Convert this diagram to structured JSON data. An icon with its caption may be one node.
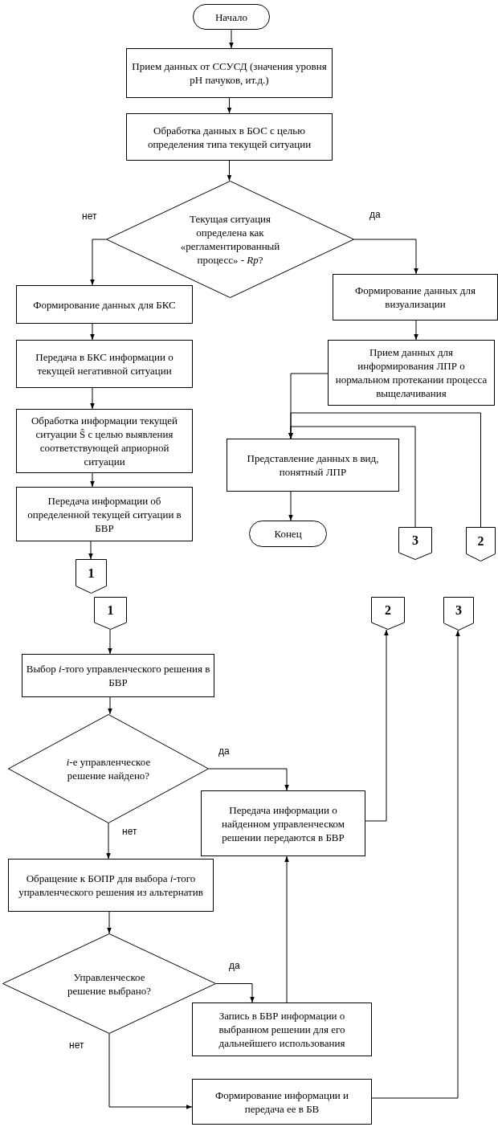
{
  "diagram": {
    "nodes": [
      {
        "text": [
          "Начало"
        ]
      },
      {
        "text": [
          "Прием данных от ССУСД (значения уровня pH пачуков, ит.д.)"
        ]
      },
      {
        "text": [
          "Обработка данных в БОС с целью определения типа текущей ситуации"
        ]
      },
      {
        "text": [
          "Текущая ситуация определена как «регламентированный процесс» - *Rp*?"
        ]
      },
      {
        "text": [
          "Формирование данных для БКС"
        ]
      },
      {
        "text": [
          "Формирование данных для визуализации"
        ]
      },
      {
        "text": [
          "Передача в БКС информации о текущей негативной ситуации"
        ]
      },
      {
        "text": [
          "Прием данных для информирования ЛПР о нормальном протекании процесса выщелачивания"
        ]
      },
      {
        "text": [
          "Обработка информации текущей ситуации Ŝ с целью выявления соответствующей априорной ситуации"
        ]
      },
      {
        "text": [
          "Представление данных в вид, понятный ЛПР"
        ]
      },
      {
        "text": [
          "Передача информации об определенной текущей ситуации в БВР"
        ]
      },
      {
        "text": [
          "Конец"
        ]
      },
      {
        "text": [
          "3"
        ]
      },
      {
        "text": [
          "2"
        ]
      },
      {
        "text": [
          "1"
        ]
      },
      {
        "text": [
          "1"
        ]
      },
      {
        "text": [
          "2"
        ]
      },
      {
        "text": [
          "3"
        ]
      },
      {
        "text": [
          "Выбор *i*-того управленческого решения в БВР"
        ]
      },
      {
        "text": [
          "*i*-е управленческое решение найдено?"
        ]
      },
      {
        "text": [
          "Передача информации о найденном управленческом решении передаются в БВР"
        ]
      },
      {
        "text": [
          "Обращение к БОПР для выбора *i*-того управленческого решения из альтернатив"
        ]
      },
      {
        "text": [
          "Управленческое решение выбрано?"
        ]
      },
      {
        "text": [
          "Запись в БВР информации о выбранном решении для его дальнейшего использования"
        ]
      },
      {
        "text": [
          "Формирование информации и передача ее в БВ"
        ]
      }
    ],
    "edges": [
      {
        "from": 0,
        "to": 1,
        "arrow": "to"
      },
      {
        "from": 1,
        "to": 2,
        "arrow": "to"
      },
      {
        "from": 2,
        "to": 3,
        "arrow": "to"
      },
      {
        "from": 3,
        "to": 4,
        "arrow": "to",
        "label": "нет"
      },
      {
        "from": 3,
        "to": 5,
        "arrow": "to",
        "label": "да"
      },
      {
        "from": 4,
        "to": 6,
        "arrow": "to"
      },
      {
        "from": 5,
        "to": 7,
        "arrow": "to"
      },
      {
        "from": 6,
        "to": 8,
        "arrow": "to"
      },
      {
        "from": 8,
        "to": 10,
        "arrow": "to"
      },
      {
        "from": 10,
        "to": 14,
        "arrow": "to"
      },
      {
        "from": 7,
        "to": 9,
        "arrow": "to"
      },
      {
        "from": 12,
        "to": 9,
        "arrow": "to"
      },
      {
        "from": 13,
        "to": 9,
        "arrow": "to"
      },
      {
        "from": 9,
        "to": 11,
        "arrow": "to"
      },
      {
        "from": 15,
        "to": 18,
        "arrow": "to"
      },
      {
        "from": 18,
        "to": 19,
        "arrow": "to"
      },
      {
        "from": 19,
        "to": 20,
        "arrow": "to",
        "label": "да"
      },
      {
        "from": 19,
        "to": 21,
        "arrow": "to",
        "label": "нет"
      },
      {
        "from": 20,
        "to": 16,
        "arrow": "to"
      },
      {
        "from": 21,
        "to": 22,
        "arrow": "to"
      },
      {
        "from": 22,
        "to": 23,
        "arrow": "to",
        "label": "да"
      },
      {
        "from": 22,
        "to": 24,
        "arrow": "to",
        "label": "нет"
      },
      {
        "from": 23,
        "to": 20,
        "arrow": "to"
      },
      {
        "from": 24,
        "to": 17,
        "arrow": "to"
      }
    ]
  }
}
